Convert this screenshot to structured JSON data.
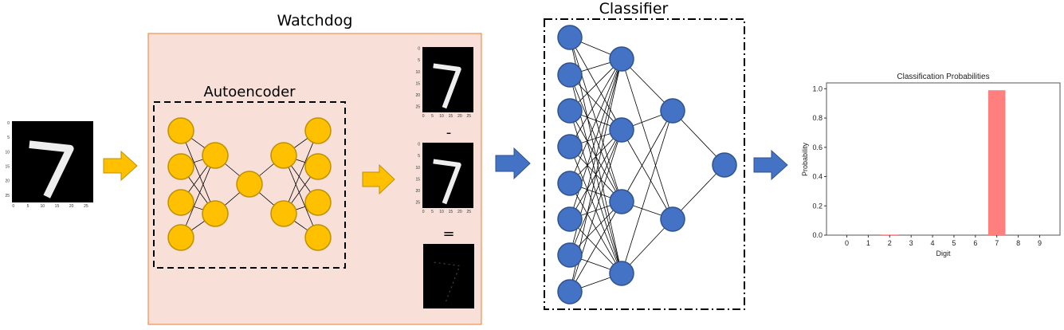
{
  "titles": {
    "watchdog": "Watchdog",
    "autoencoder": "Autoencoder",
    "classifier": "Classifier"
  },
  "operators": {
    "minus": "-",
    "equals": "="
  },
  "input_image": {
    "ticks_x": [
      "0",
      "5",
      "10",
      "15",
      "20",
      "25"
    ],
    "ticks_y": [
      "0",
      "5",
      "10",
      "15",
      "20",
      "25"
    ]
  },
  "colors": {
    "yellow_node": "#ffc000",
    "yellow_stroke": "#bf9000",
    "blue_node": "#4472c4",
    "blue_stroke": "#2f528f",
    "watchdog_fill": "#f8e0d8",
    "watchdog_border": "#ed7d31",
    "bar": "#ff7f7f"
  },
  "autoencoder_layers": [
    4,
    2,
    1,
    2,
    4
  ],
  "classifier_layers": [
    8,
    4,
    2,
    1
  ],
  "chart_data": {
    "type": "bar",
    "title": "Classification Probabilities",
    "xlabel": "Digit",
    "ylabel": "Probability",
    "categories": [
      "0",
      "1",
      "2",
      "3",
      "4",
      "5",
      "6",
      "7",
      "8",
      "9"
    ],
    "values": [
      0.0,
      0.0,
      0.004,
      0.0,
      0.0,
      0.0,
      0.0,
      0.99,
      0.0,
      0.0
    ],
    "ylim": [
      0,
      1.04
    ],
    "yticks": [
      "0.0",
      "0.2",
      "0.4",
      "0.6",
      "0.8",
      "1.0"
    ],
    "grid": false
  }
}
